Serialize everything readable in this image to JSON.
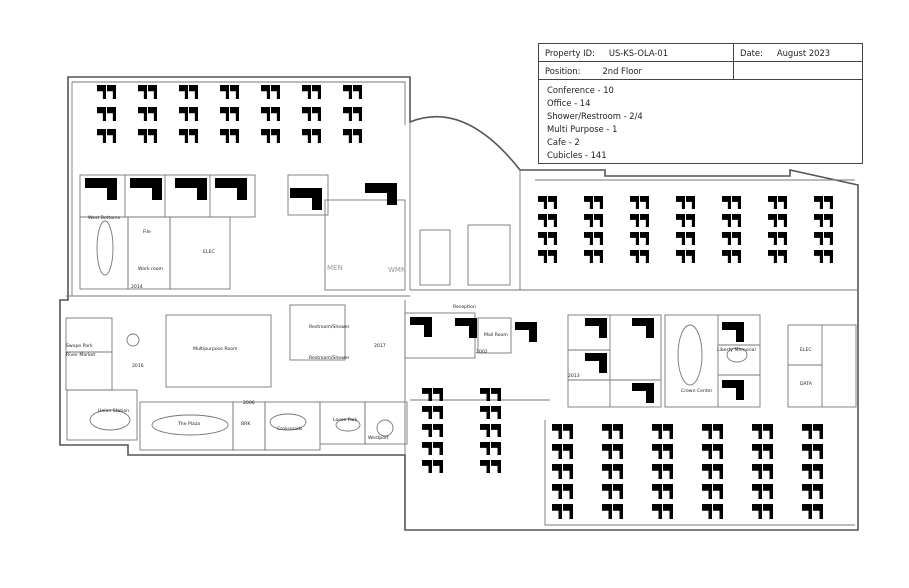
{
  "title_block": {
    "property_id_label": "Property ID:",
    "property_id": "US-KS-OLA-01",
    "date_label": "Date:",
    "date": "August 2023",
    "position_label": "Position:",
    "position": "2nd Floor",
    "summary": [
      "Conference - 10",
      "Office - 14",
      "Shower/Restroom - 2/4",
      "Multi Purpose - 1",
      "Cafe - 2",
      "Cubicles - 141"
    ]
  },
  "rooms": {
    "west_bottoms": "West Bottoms",
    "file": "File",
    "work_room": "Work room",
    "elec_west": "ELEC",
    "men": "MEN",
    "wmn": "WMN",
    "swope_park": "Swope Park",
    "river_market": "River Market",
    "union_station": "Union Station",
    "the_plaza": "The Plaza",
    "multipurpose": "Multipurpose Room",
    "restroom_shower_1": "Restroom/Shower",
    "restroom_shower_2": "Restroom/Shower",
    "brk": "BRK",
    "crossroads": "Crossroads",
    "loose_park": "Loose Park",
    "westport": "Westport",
    "reception": "Reception",
    "mail_room": "Mail Room",
    "liberty_memorial": "Liberty Memorial",
    "crown_center": "Crown Center",
    "elec_east": "ELEC",
    "data": "DATA"
  },
  "room_numbers": {
    "r2016": "2016",
    "r2017": "2017",
    "r2006": "2006",
    "r2014": "2014",
    "r2013": "2013",
    "r2002": "2002"
  },
  "colors": {
    "wall": "#555555",
    "furniture": "#000000",
    "background": "#ffffff"
  }
}
